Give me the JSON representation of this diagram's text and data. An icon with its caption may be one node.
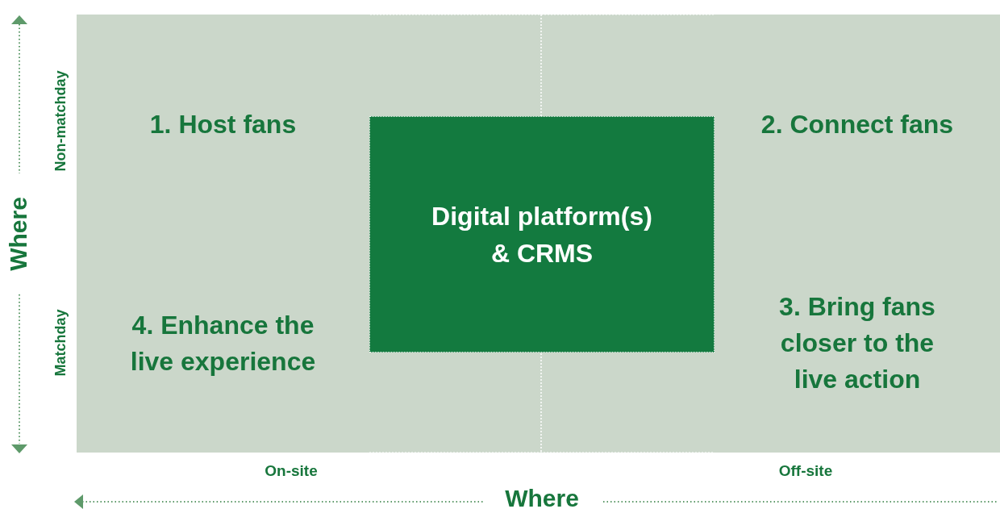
{
  "diagram": {
    "nodes": [
      {
        "text": [
          "1. Host fans"
        ]
      },
      {
        "text": [
          "2. Connect fans"
        ]
      },
      {
        "text": [
          "Digital platform(s) & CRMS"
        ]
      },
      {
        "text": [
          "4. Enhance the live experience"
        ]
      },
      {
        "text": [
          "3. Bring fans closer to the live action"
        ]
      }
    ],
    "labels": [
      "Non-matchday",
      "Where",
      "Matchday",
      "On-site",
      "Off-site",
      "Where"
    ]
  }
}
